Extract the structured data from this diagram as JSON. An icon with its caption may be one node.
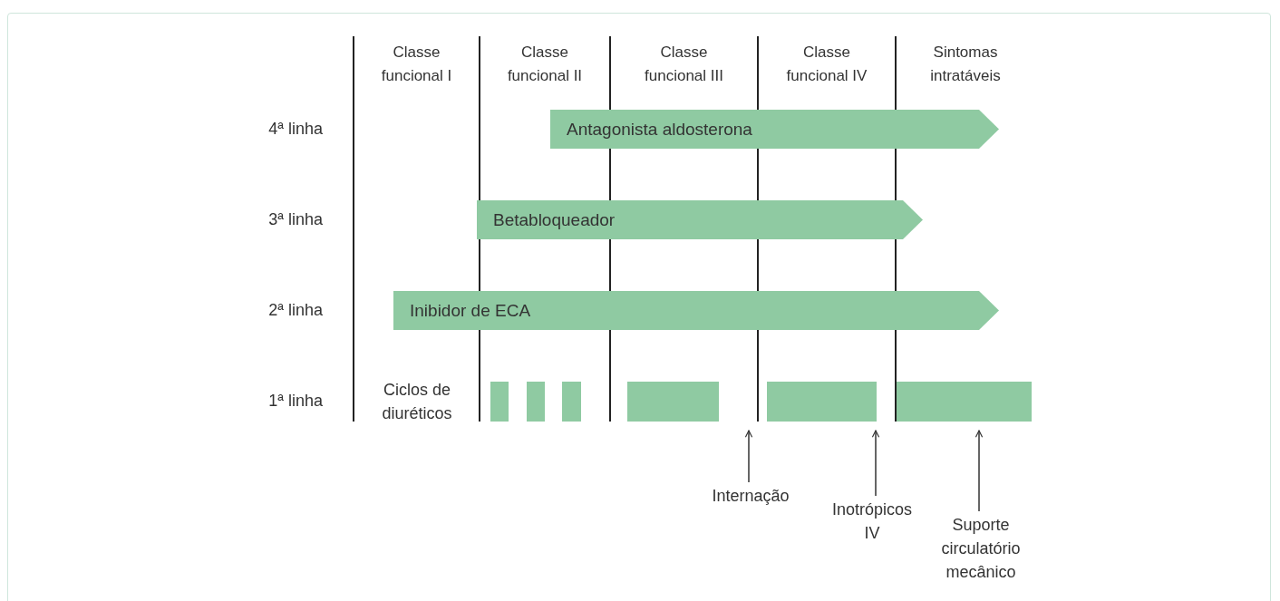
{
  "diagram": {
    "nodes": [
      {
        "text": [
          "Antagonista aldosterona"
        ]
      },
      {
        "text": [
          "Betabloqueador"
        ]
      },
      {
        "text": [
          "Inibidor de ECA"
        ]
      },
      {
        "text": [],
        "shape": "bar"
      },
      {
        "text": [],
        "shape": "bar"
      },
      {
        "text": [],
        "shape": "bar"
      },
      {
        "text": [],
        "shape": "bar"
      },
      {
        "text": [],
        "shape": "bar"
      },
      {
        "text": [],
        "shape": "bar"
      },
      {
        "text": [
          "Internação"
        ]
      },
      {
        "text": [
          "Inotrópicos IV"
        ]
      },
      {
        "text": [
          "Suporte circulatório mecânico"
        ]
      }
    ],
    "edges": [
      {
        "from": 9,
        "to": 7,
        "arrow": "to"
      },
      {
        "from": 10,
        "to": 7,
        "arrow": "to"
      },
      {
        "from": 11,
        "to": 8,
        "arrow": "to"
      }
    ],
    "labels": [
      "Classe funcional I",
      "Classe funcional II",
      "Classe funcional III",
      "Classe funcional IV",
      "Sintomas intratáveis",
      "4ª linha",
      "3ª linha",
      "2ª linha",
      "1ª linha",
      "Ciclos de diuréticos"
    ]
  }
}
